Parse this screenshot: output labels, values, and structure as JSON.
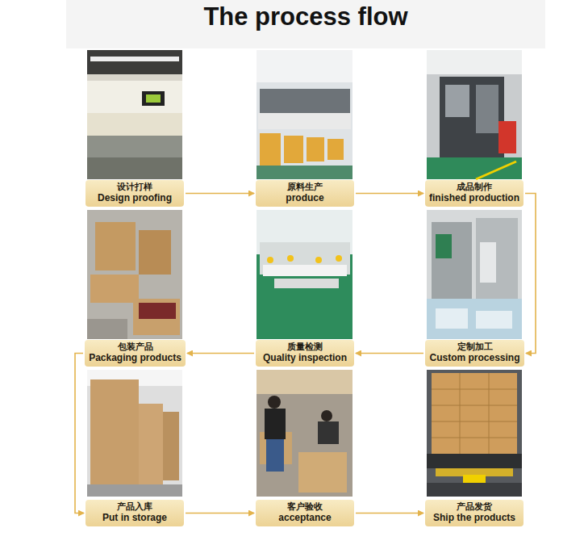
{
  "diagram": {
    "title": "The process flow",
    "nodes": [
      {
        "text": [
          "设计打样",
          "Design proofing"
        ]
      },
      {
        "text": [
          "原料生产",
          "produce"
        ]
      },
      {
        "text": [
          "成品制作",
          "finished production"
        ]
      },
      {
        "text": [
          "包装产品",
          "Packaging products"
        ]
      },
      {
        "text": [
          "质量检测",
          "Quality inspection"
        ]
      },
      {
        "text": [
          "定制加工",
          "Custom processing"
        ]
      },
      {
        "text": [
          "产品入库",
          "Put in storage"
        ]
      },
      {
        "text": [
          "客户验收",
          "acceptance"
        ]
      },
      {
        "text": [
          "产品发货",
          "Ship the products"
        ]
      }
    ],
    "edges": [
      {
        "from": 0,
        "to": 1,
        "arrow": "to"
      },
      {
        "from": 1,
        "to": 2,
        "arrow": "to"
      },
      {
        "from": 2,
        "to": 5,
        "arrow": "to"
      },
      {
        "from": 5,
        "to": 4,
        "arrow": "to"
      },
      {
        "from": 4,
        "to": 3,
        "arrow": "to"
      },
      {
        "from": 3,
        "to": 6,
        "arrow": "to"
      },
      {
        "from": 6,
        "to": 7,
        "arrow": "to"
      },
      {
        "from": 7,
        "to": 8,
        "arrow": "to"
      }
    ]
  }
}
